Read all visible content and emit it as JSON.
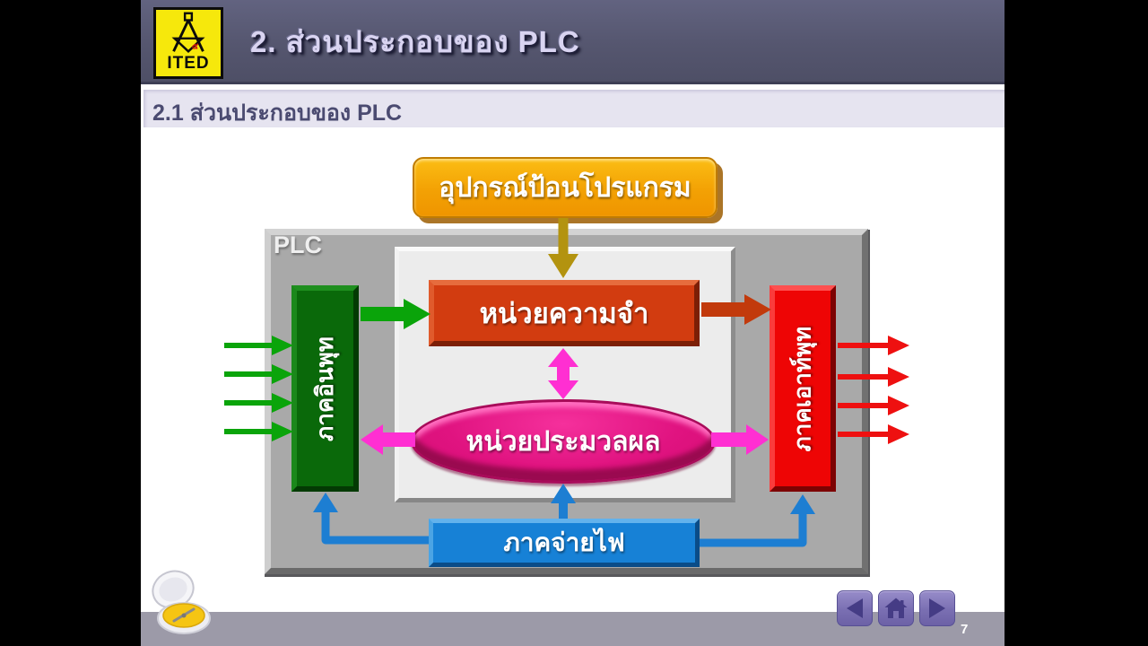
{
  "slide": {
    "logo": {
      "text": "ITED"
    },
    "header": {
      "title": "2. ส่วนประกอบของ PLC"
    },
    "subtitle": {
      "text": "2.1 ส่วนประกอบของ PLC"
    },
    "page_number": "7"
  },
  "diagram": {
    "plc_label": "PLC",
    "nodes": {
      "programmer": "อุปกรณ์ป้อนโปรแกรม",
      "input": "ภาคอินพุท",
      "memory": "หน่วยความจำ",
      "cpu": "หน่วยประมวลผล",
      "output": "ภาคเอาท์พุท",
      "power": "ภาคจ่ายไฟ"
    },
    "colors": {
      "programmer_fill": "#f3a104",
      "input_fill": "#0a690a",
      "memory_fill": "#d23c10",
      "cpu_fill": "#e01380",
      "output_fill": "#ee0505",
      "power_fill": "#1781d6",
      "plc_container": "#a9a9a9",
      "arrow_green": "#0aa40a",
      "arrow_dark_orange": "#c23a0c",
      "arrow_red": "#ee1010",
      "arrow_magenta": "#ff2fd2",
      "arrow_blue": "#1d7ed2",
      "arrow_gold": "#b3930f",
      "header_bg": "#55566f",
      "subtitle_bg": "#e6e4f0",
      "footer_bg": "#9c9aa8",
      "nav_button": "#7a6fb2"
    }
  }
}
